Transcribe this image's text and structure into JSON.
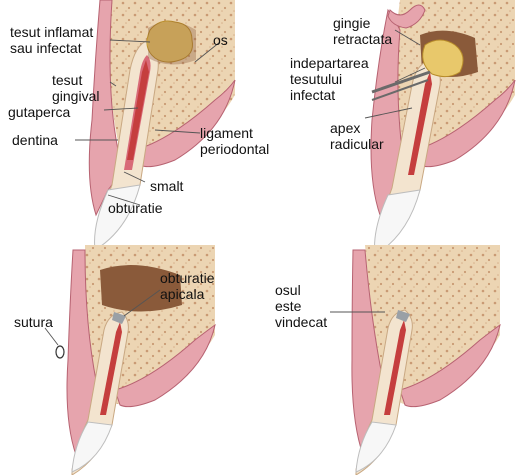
{
  "colors": {
    "gum": "#e6a4ad",
    "gum_dark": "#b76271",
    "bone": "#ecd5b3",
    "bone_spot": "#c99a74",
    "cavity": "#8a5a3a",
    "dentin": "#f3e4cf",
    "enamel": "#f7f7f7",
    "canal": "#d86a78",
    "guttapercha": "#c53e3e",
    "infection": "#e8c86b",
    "leader": "#555555"
  },
  "panels": [
    {
      "id": "panel-1",
      "labels": {
        "tissue_infected": "tesut inflamat\nsau infectat",
        "bone": "os",
        "gingival_tissue": "tesut\ngingival",
        "guttapercha": "gutaperca",
        "dentin": "dentina",
        "periodontal_ligament": "ligament\nperiodontal",
        "enamel": "smalt",
        "filling": "obturatie"
      }
    },
    {
      "id": "panel-2",
      "labels": {
        "receded_gum": "gingie\nretractata",
        "removal_of_infected_tissue": "indepartarea\ntesutului\ninfectat",
        "root_apex": "apex\nradicular"
      }
    },
    {
      "id": "panel-3",
      "labels": {
        "apical_filling": "obturatie\napicala",
        "suture": "sutura"
      }
    },
    {
      "id": "panel-4",
      "labels": {
        "bone_healed": "osul\neste\nvindecat"
      }
    }
  ]
}
